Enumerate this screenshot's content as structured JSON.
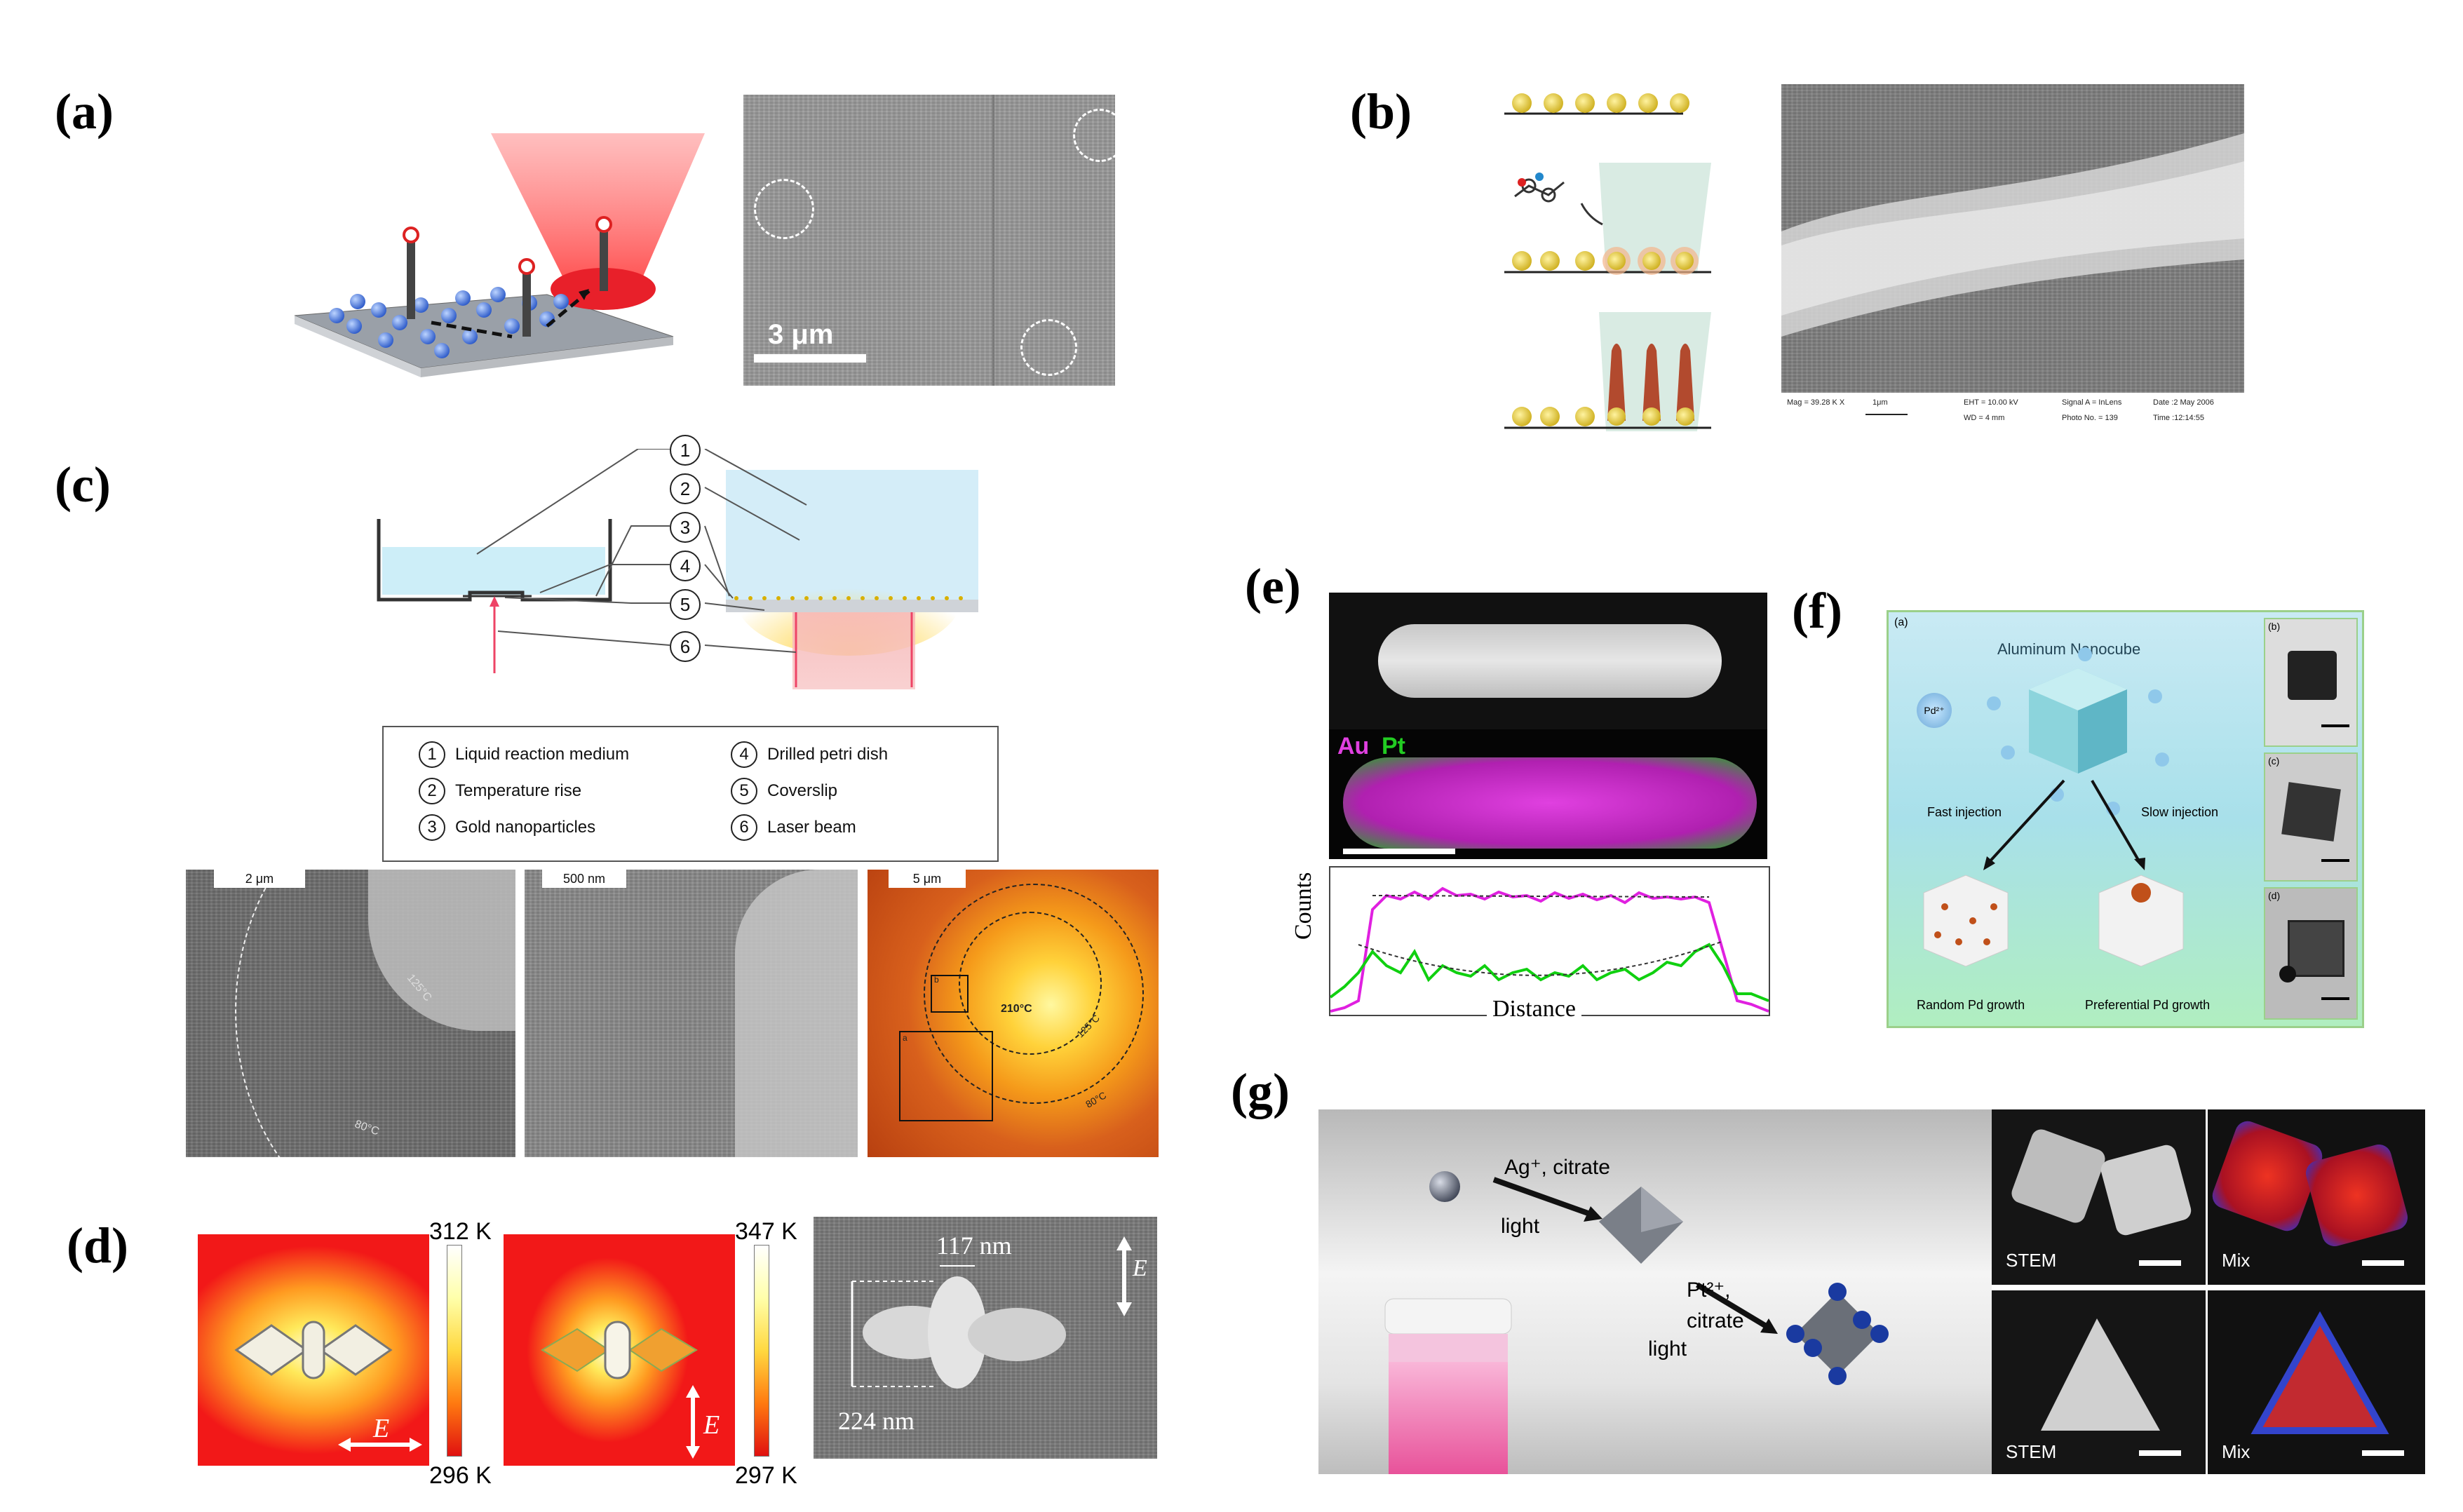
{
  "panels": {
    "a": {
      "label": "(a)",
      "scalebar": "3 μm"
    },
    "b": {
      "label": "(b)",
      "sem_footer": [
        "Mag = 39.28 K X",
        "1μm",
        "EHT = 10.00 kV",
        "WD = 4 mm",
        "Signal A = InLens",
        "Photo No. = 139",
        "Date :2 May 2006",
        "Time :12:14:55"
      ]
    },
    "c": {
      "label": "(c)",
      "callouts": [
        "1",
        "2",
        "3",
        "4",
        "5",
        "6"
      ],
      "legend": [
        {
          "num": "1",
          "text": "Liquid reaction medium"
        },
        {
          "num": "2",
          "text": "Temperature rise"
        },
        {
          "num": "3",
          "text": "Gold nanoparticles"
        },
        {
          "num": "4",
          "text": "Drilled petri dish"
        },
        {
          "num": "5",
          "text": "Coverslip"
        },
        {
          "num": "6",
          "text": "Laser beam"
        }
      ],
      "sem_scalebars": [
        "2 μm",
        "500 nm",
        "5 μm"
      ],
      "sem1_labels": [
        "125°C",
        "80°C"
      ],
      "thermal_labels": [
        "210°C",
        "125°C",
        "80°C",
        "b",
        "a"
      ]
    },
    "d": {
      "label": "(d)",
      "map1": {
        "max": "312 K",
        "min": "296 K"
      },
      "map2": {
        "max": "347 K",
        "min": "297 K"
      },
      "field_label": "E",
      "dim_width": "117 nm",
      "dim_length": "224 nm"
    },
    "e": {
      "label": "(e)",
      "element1": "Au",
      "element2": "Pt",
      "ylabel": "Counts",
      "xlabel": "Distance"
    },
    "f": {
      "label": "(f)",
      "sublabels": [
        "(a)",
        "(b)",
        "(c)",
        "(d)"
      ],
      "cube_title": "Aluminum Nanocube",
      "ion": "Pd²⁺",
      "fast": "Fast injection",
      "slow": "Slow injection",
      "random": "Random Pd growth",
      "preferential": "Preferential Pd growth"
    },
    "g": {
      "label": "(g)",
      "step1_a": "Ag⁺, citrate",
      "step1_b": "light",
      "step2_a": "Pt²⁺,",
      "step2_b": "citrate",
      "step2_c": "light",
      "tiles": [
        "STEM",
        "Mix",
        "STEM",
        "Mix"
      ]
    }
  },
  "colors": {
    "au_magenta": "#e040e0",
    "pt_green": "#22cc22",
    "laser_red": "#e8303a"
  }
}
